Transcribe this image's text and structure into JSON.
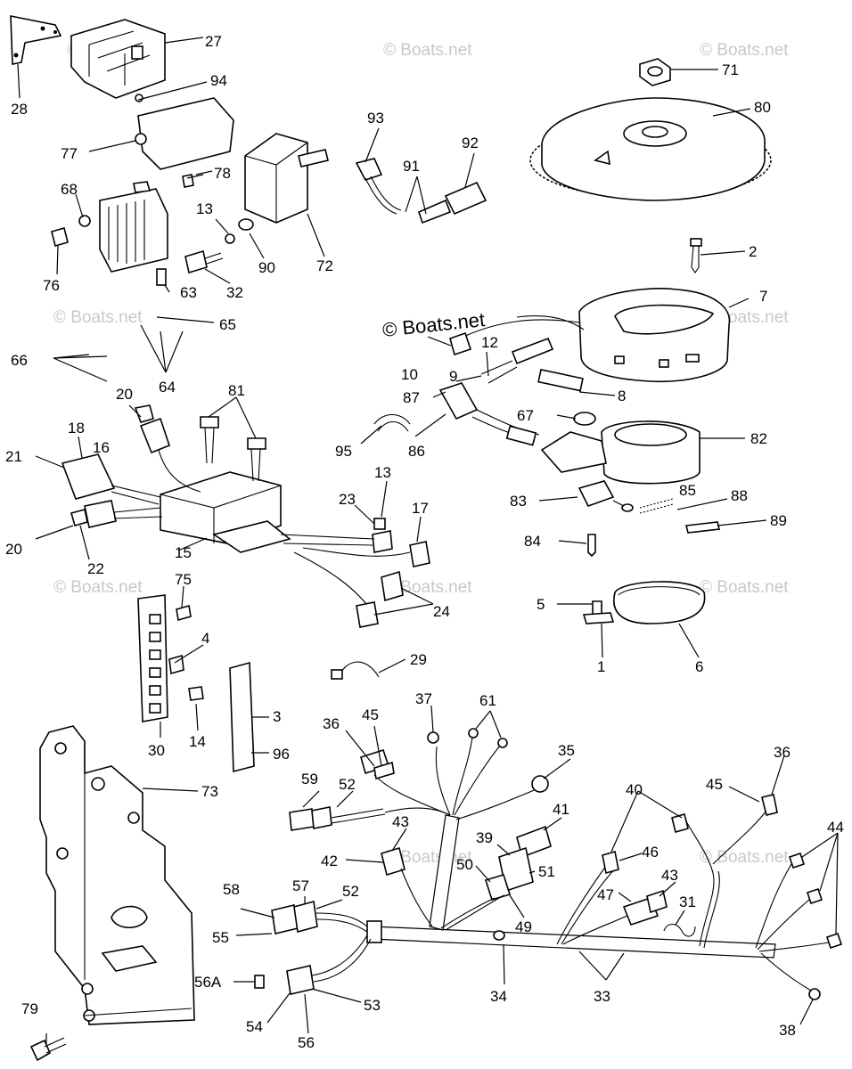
{
  "watermark": "© Boats.net",
  "callouts": {
    "n1": "1",
    "n2": "2",
    "n3": "3",
    "n4": "4",
    "n5": "5",
    "n6": "6",
    "n7": "7",
    "n8": "8",
    "n9": "9",
    "n10": "10",
    "n12": "12",
    "n13a": "13",
    "n13b": "13",
    "n14": "14",
    "n15": "15",
    "n16": "16",
    "n17": "17",
    "n18": "18",
    "n20a": "20",
    "n20b": "20",
    "n21": "21",
    "n22": "22",
    "n23": "23",
    "n24": "24",
    "n27": "27",
    "n28": "28",
    "n29": "29",
    "n30": "30",
    "n31": "31",
    "n32": "32",
    "n33": "33",
    "n34": "34",
    "n35": "35",
    "n36a": "36",
    "n36b": "36",
    "n37": "37",
    "n38": "38",
    "n39": "39",
    "n40": "40",
    "n41": "41",
    "n42": "42",
    "n43a": "43",
    "n43b": "43",
    "n44": "44",
    "n45a": "45",
    "n45b": "45",
    "n46": "46",
    "n47": "47",
    "n49": "49",
    "n50": "50",
    "n51": "51",
    "n52a": "52",
    "n52b": "52",
    "n53": "53",
    "n54": "54",
    "n55": "55",
    "n56": "56",
    "n56A": "56A",
    "n57": "57",
    "n58": "58",
    "n59": "59",
    "n61": "61",
    "n63": "63",
    "n64": "64",
    "n65": "65",
    "n66": "66",
    "n67": "67",
    "n68": "68",
    "n71": "71",
    "n72": "72",
    "n73": "73",
    "n75": "75",
    "n76": "76",
    "n77": "77",
    "n78": "78",
    "n79": "79",
    "n80": "80",
    "n81": "81",
    "n82": "82",
    "n83": "83",
    "n84": "84",
    "n85": "85",
    "n86": "86",
    "n87": "87",
    "n88": "88",
    "n89": "89",
    "n90": "90",
    "n91": "91",
    "n92": "92",
    "n93": "93",
    "n94": "94",
    "n95": "95",
    "n96": "96"
  }
}
